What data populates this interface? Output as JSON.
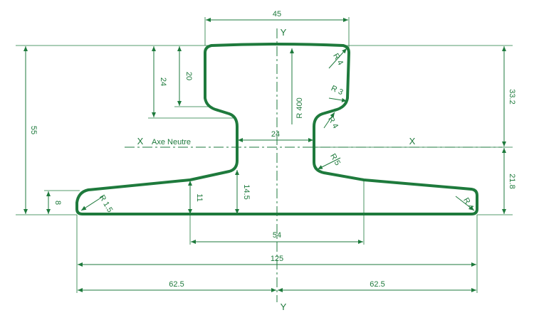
{
  "colors": {
    "line": "#1e7a3c",
    "background": "#ffffff"
  },
  "axes": {
    "y_top": "Y",
    "y_bottom": "Y",
    "x_left": "X",
    "x_right": "X",
    "neutral_axis": "Axe Neutre"
  },
  "dimensions": {
    "head_width": "45",
    "web_width": "24",
    "base_center_width": "54",
    "total_width": "125",
    "half_width_left": "62.5",
    "half_width_right": "62.5",
    "total_height": "55",
    "head_height_top": "33.2",
    "base_height": "21.8",
    "head_depth_24": "24",
    "head_depth_20": "20",
    "web_height": "14.5",
    "flange_height": "11",
    "flange_edge": "8"
  },
  "radii": {
    "r400": "R 400",
    "r4_head": "R 4",
    "r3": "R 3",
    "r4_neck": "R 4",
    "r5": "R 5",
    "r1_5": "R 1.5",
    "r4_foot": "R 4"
  }
}
